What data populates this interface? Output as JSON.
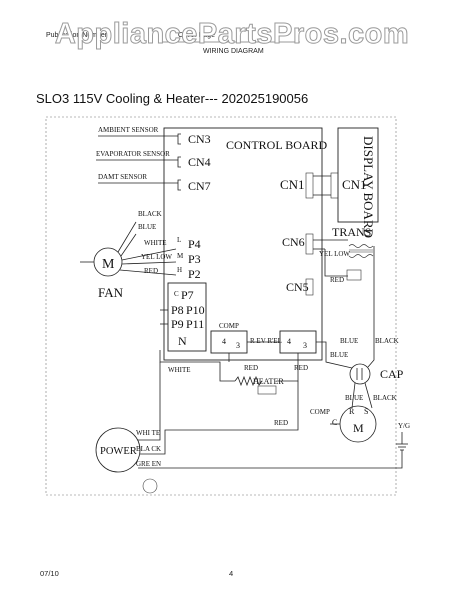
{
  "header": {
    "watermark": "AppliancePartsPros.com",
    "left_caption": "Publication Number",
    "mid_caption": "Cover Page",
    "subtitle": "WIRING DIAGRAM"
  },
  "diagram": {
    "title": "SLO3 115V Cooling & Heater--- 202025190056",
    "control_board": "CONTROL BOARD",
    "display_board": "DISPLAY BOARD",
    "sensors": {
      "ambient": "AMBIENT SENSOR",
      "evaporator": "EVAPORATOR SENSOR",
      "defrost": "DAMT SENSOR"
    },
    "connectors": {
      "cn3": "CN3",
      "cn4": "CN4",
      "cn7": "CN7",
      "cn1_board": "CN1",
      "cn1_display": "CN1",
      "cn6": "CN6",
      "cn5": "CN5",
      "p4": "P4",
      "p3": "P3",
      "p2": "P2",
      "p7": "P7",
      "p8": "P8",
      "p10": "P10",
      "p9": "P9",
      "p11": "P11",
      "n": "N"
    },
    "pin_letters": {
      "l": "L",
      "m": "M",
      "h": "H",
      "c": "C"
    },
    "fan": {
      "label": "FAN",
      "symbol": "M",
      "wire_black": "BLACK",
      "wire_blue": "BLUE",
      "wire_white": "WHITE",
      "wire_yellow": "YEL LOW",
      "wire_red": "RED"
    },
    "trans": {
      "label": "TRANS",
      "wire_yellow": "YEL LOW",
      "wire_red": "RED"
    },
    "relays": {
      "comp_label": "COMP",
      "comp_pin_4": "4",
      "comp_pin_3": "3",
      "rev_label": "R EV R'EL",
      "rev_pin_4": "4",
      "rev_pin_3": "3"
    },
    "heater": {
      "label": "HEATER",
      "wire_white": "WHITE",
      "wire_red": "RED",
      "wire_red2": "RED",
      "wire_red3": "RED"
    },
    "cap": {
      "label": "CAP",
      "wire_blue": "BLUE",
      "wire_black": "BLACK",
      "wire_blue2": "BLUE",
      "wire_blue3": "BLUE",
      "wire_black2": "BLACK"
    },
    "compressor": {
      "label": "COMP",
      "symbol": "M",
      "pin_c": "C",
      "pin_r": "R",
      "pin_s": "S",
      "ground": "Y/G"
    },
    "power": {
      "label": "POWER",
      "wire_white": "WHI TE",
      "wire_black": "BLA CK",
      "wire_green": "GRE EN"
    }
  },
  "footer": {
    "date": "07/10",
    "page_number": "4"
  }
}
